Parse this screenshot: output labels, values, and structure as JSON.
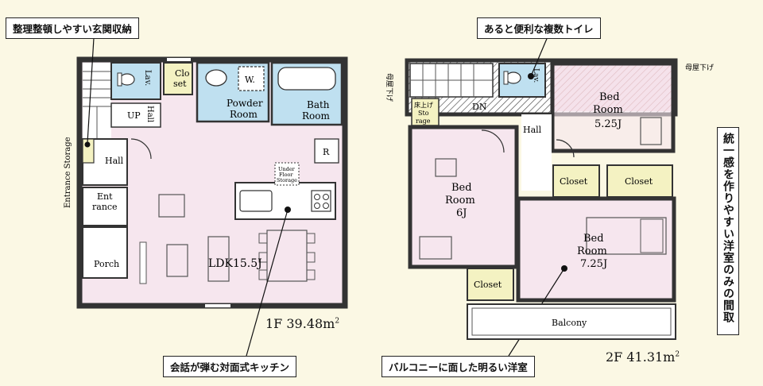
{
  "callouts": {
    "entrance_storage": "整理整頓しやすい玄関収納",
    "toilets": "あると便利な複数トイレ",
    "kitchen": "会話が弾む対面式キッチン",
    "bright_room": "バルコニーに面した明るい洋室",
    "western_rooms": "統一感を作りやすい洋室のみの間取"
  },
  "floor1": {
    "area_label": "1F 39.48",
    "area_unit": "m",
    "area_sup": "2",
    "rooms": {
      "lav": "Lav.",
      "closet_line1": "Clo",
      "closet_line2": "set",
      "w": "W.",
      "powder_line1": "Powder",
      "powder_line2": "Room",
      "bath_line1": "Bath",
      "bath_line2": "Room",
      "up": "UP",
      "hall_vertical": "Hall",
      "hall": "Hall",
      "entrance_storage": "Entrance Storage",
      "entrance_line1": "Ent",
      "entrance_line2": "rance",
      "porch": "Porch",
      "ldk": "LDK15.5J",
      "r": "R",
      "under_line1": "Under",
      "under_line2": "Floor",
      "under_line3": "Storage"
    }
  },
  "floor2": {
    "area_label": "2F 41.31",
    "area_unit": "m",
    "area_sup": "2",
    "rooms": {
      "lav": "Lav.",
      "dn": "DN",
      "storage_line1": "床上げ",
      "storage_line2": "Sto",
      "storage_line3": "rage",
      "bed1_line1": "Bed",
      "bed1_line2": "Room",
      "bed1_line3": "5.25J",
      "hall": "Hall",
      "closet_a": "Closet",
      "closet_b": "Closet",
      "bed2_line1": "Bed",
      "bed2_line2": "Room",
      "bed2_line3": "6J",
      "bed3_line1": "Bed",
      "bed3_line2": "Room",
      "bed3_line3": "7.25J",
      "closet_c": "Closet",
      "balcony": "Balcony",
      "roof_left": "母屋下げ",
      "roof_right": "母屋下げ"
    }
  },
  "colors": {
    "background": "#fbf8e4",
    "living": "#f6e6ee",
    "wet_area": "#bfe0f0",
    "closet": "#f4f2c2",
    "wall": "#333333"
  }
}
